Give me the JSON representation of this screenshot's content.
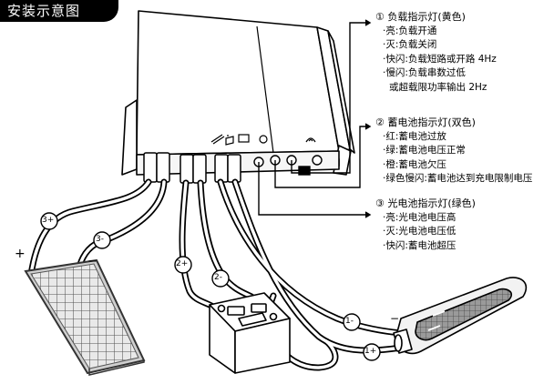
{
  "title": "安装示意图",
  "load_indicator": {
    "header": "① 负载指示灯(黄色)",
    "items": [
      "·亮:负载开通",
      "·灭:负载关闭",
      "·快闪:负载短路或开路 4Hz",
      "·慢闪:负载串数过低",
      "或超载限功率输出 2Hz"
    ]
  },
  "battery_indicator": {
    "header": "② 蓄电池指示灯(双色)",
    "items": [
      "·红:蓄电池过放",
      "·绿:蓄电池电压正常",
      "·橙:蓄电池欠压",
      "·绿色慢闪:蓄电池达到充电限制电压"
    ]
  },
  "pv_indicator": {
    "header": "③ 光电池指示灯(绿色)",
    "items": [
      "·亮:光电池电压高",
      "·灭:光电池电压低",
      "·快闪:蓄电池超压"
    ]
  },
  "cable_labels": {
    "pv_plus": "3+",
    "pv_minus": "3-",
    "bat_plus": "2+",
    "bat_minus": "2-",
    "load_minus": "1-",
    "load_plus": "1+"
  },
  "polarity": {
    "plus": "+",
    "minus": "−"
  },
  "colors": {
    "ink": "#000000",
    "title_bg": "#000000",
    "panel_frame": "#9a9a9a",
    "lamp_glass": "#7d7d7d"
  }
}
